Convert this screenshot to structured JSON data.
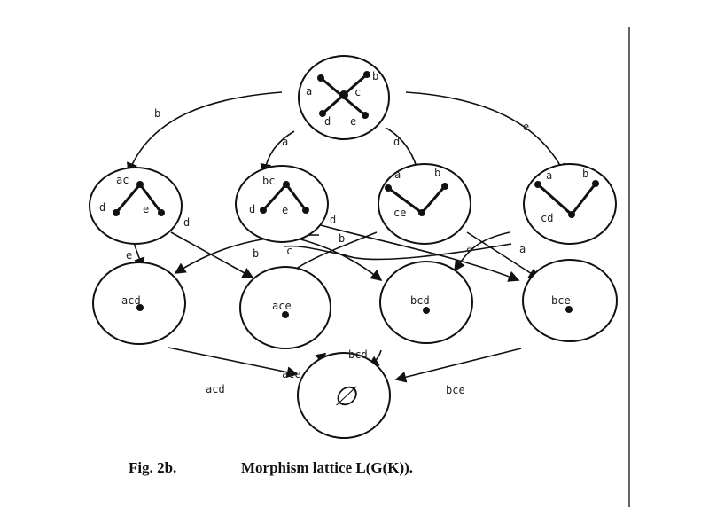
{
  "figure": {
    "caption_number": "Fig. 2b.",
    "caption_title": "Morphism lattice  L(G(K))."
  },
  "nodes": {
    "top": {
      "a": "a",
      "b": "b",
      "c": "c",
      "d": "d",
      "e": "e"
    },
    "ac": {
      "top": "ac",
      "left": "d",
      "right": "e"
    },
    "bc": {
      "top": "bc",
      "left": "d",
      "right": "e"
    },
    "ce": {
      "left": "a",
      "right": "b",
      "bottom": "ce"
    },
    "cd": {
      "left": "a",
      "right": "b",
      "bottom": "cd"
    },
    "acd": "acd",
    "ace": "ace",
    "bcd": "bcd",
    "bce": "bce",
    "empty": "∅"
  },
  "edge_labels": {
    "top_to_ac": "b",
    "top_to_bc": "a",
    "top_to_ce": "d",
    "top_to_cd": "e",
    "ac_to_acd": "e",
    "ac_to_ace": "d",
    "bc_to_acd": "b",
    "bc_to_bcd": "c",
    "ce_d": "d",
    "ce_b": "b",
    "cd_to_bcd": "a",
    "ce_to_bce": "a",
    "acd_to_empty": "acd",
    "ace_to_empty": "ace",
    "bcd_to_empty": "bcd",
    "bce_to_empty": "bce"
  }
}
